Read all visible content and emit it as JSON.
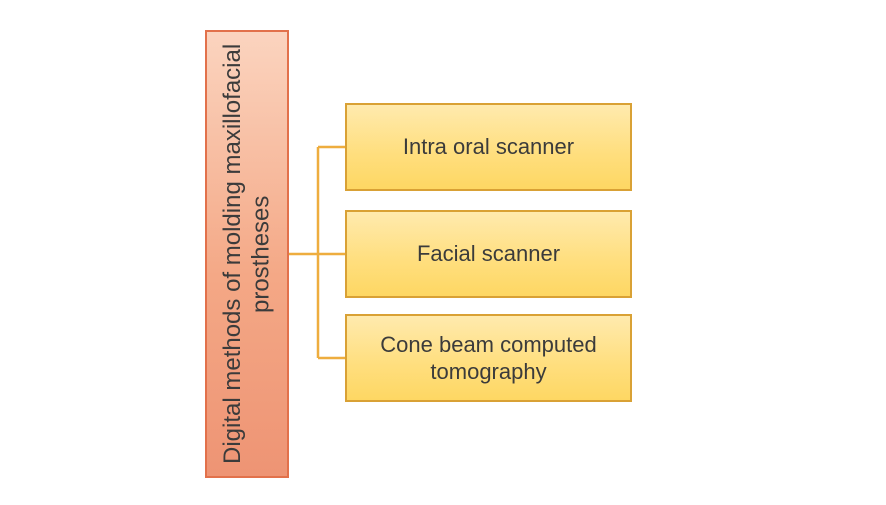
{
  "diagram": {
    "root": {
      "label": "Digital methods of molding maxillofacial prostheses"
    },
    "children": [
      {
        "label": "Intra oral scanner"
      },
      {
        "label": "Facial scanner"
      },
      {
        "label": "Cone beam computed tomography"
      }
    ]
  },
  "colors": {
    "root_fill_top": "#fbd4bf",
    "root_fill_bottom": "#ee9474",
    "root_border": "#e2714b",
    "child_fill_top": "#ffeaae",
    "child_fill_bottom": "#fed763",
    "child_border": "#d9a135",
    "connector": "#eead3e",
    "text": "#3b3b3b",
    "background": "#ffffff"
  }
}
